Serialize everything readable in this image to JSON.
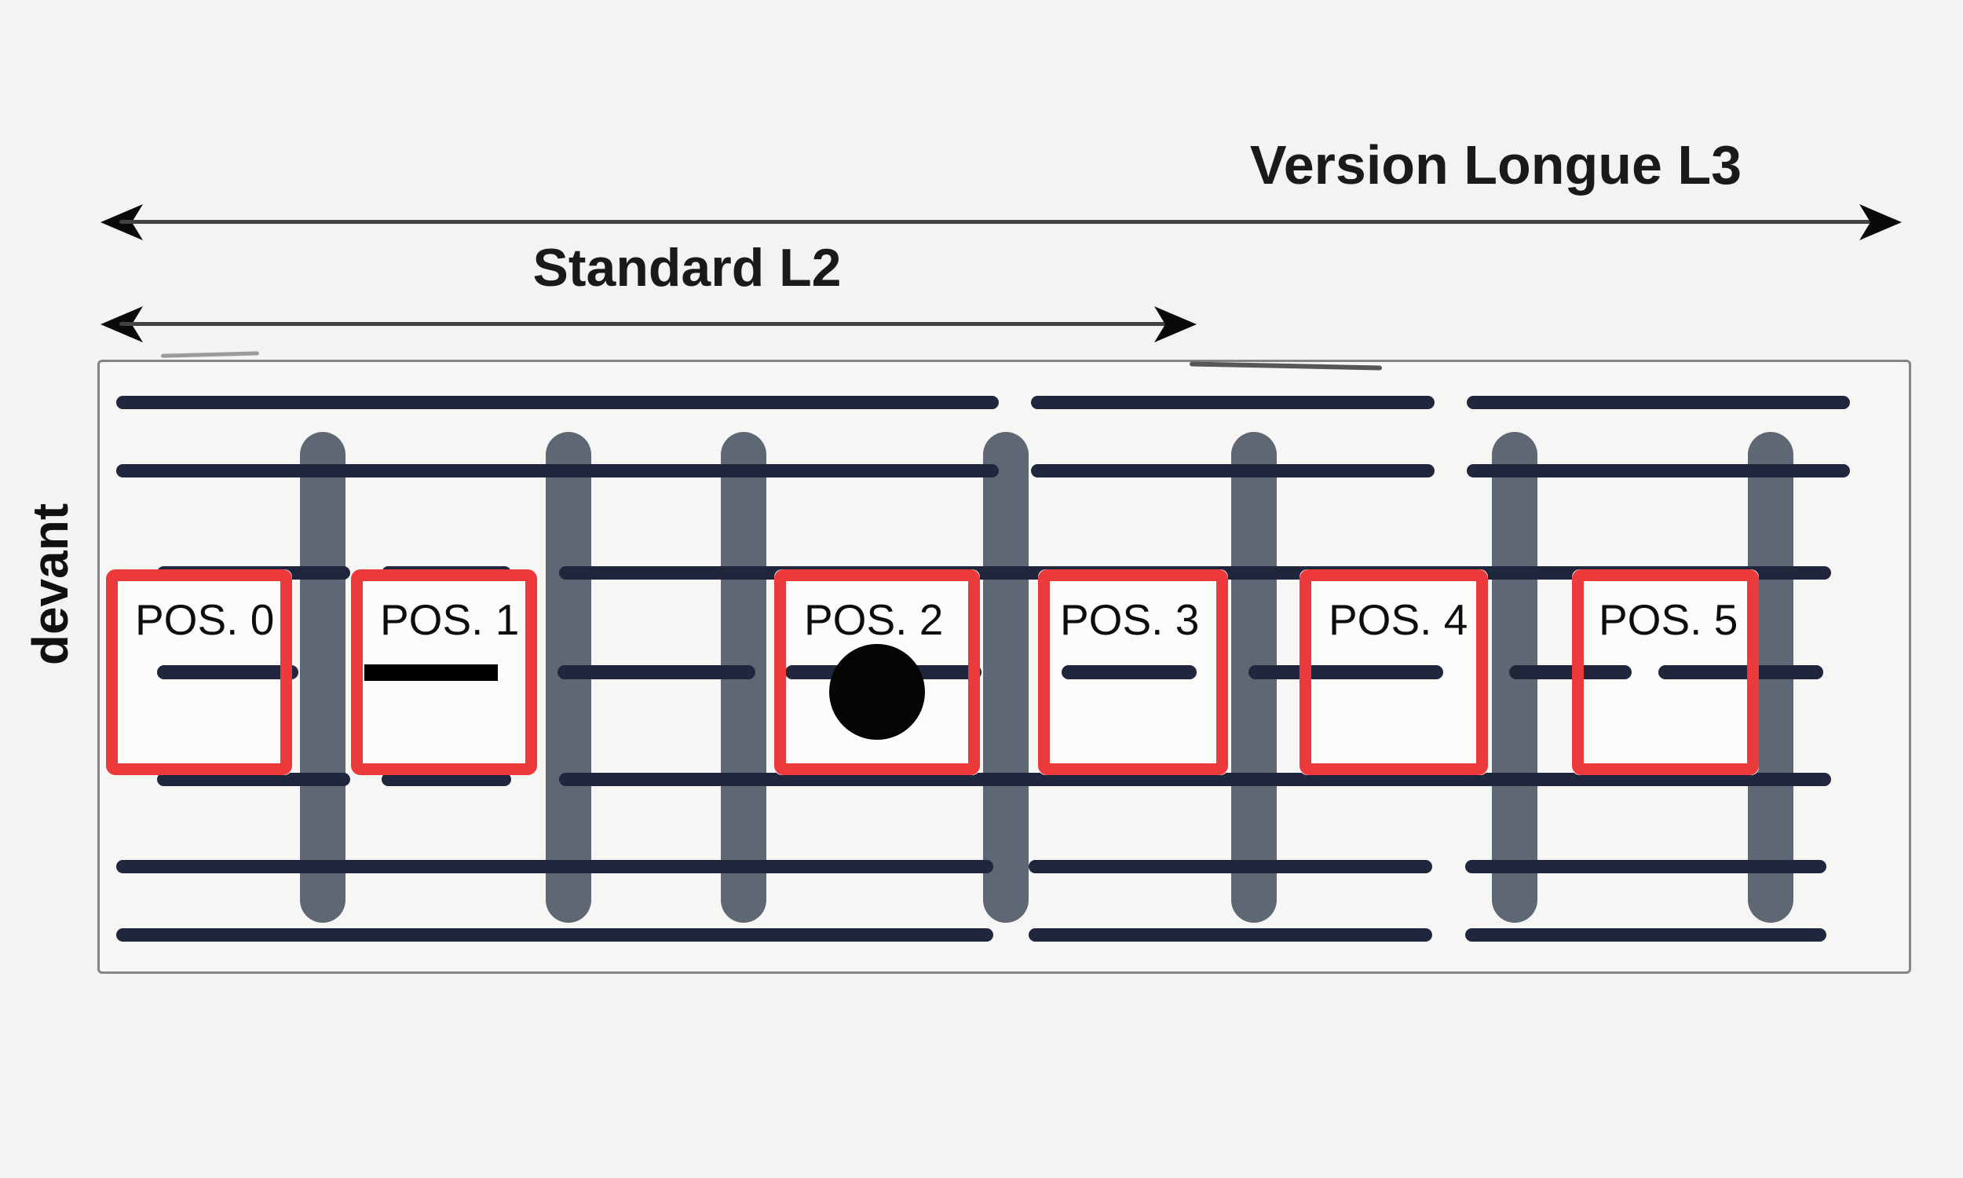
{
  "page": {
    "background_color": "#f3f3f1"
  },
  "header": {
    "long_version_label": "Version Longue L3",
    "standard_label": "Standard L2"
  },
  "side_label": "devant",
  "rack": {
    "positions": [
      {
        "label": "POS. 0",
        "marker": "none"
      },
      {
        "label": "POS. 1",
        "marker": "black-underline"
      },
      {
        "label": "POS. 2",
        "marker": "black-dot"
      },
      {
        "label": "POS. 3",
        "marker": "none"
      },
      {
        "label": "POS. 4",
        "marker": "none"
      },
      {
        "label": "POS. 5",
        "marker": "none"
      }
    ]
  },
  "colors": {
    "accent_red": "#ec3a3c",
    "rail_navy": "#20263c",
    "upright_gray": "#5f6775",
    "text_color": "#1a1a1a",
    "marker_black": "#000000"
  }
}
